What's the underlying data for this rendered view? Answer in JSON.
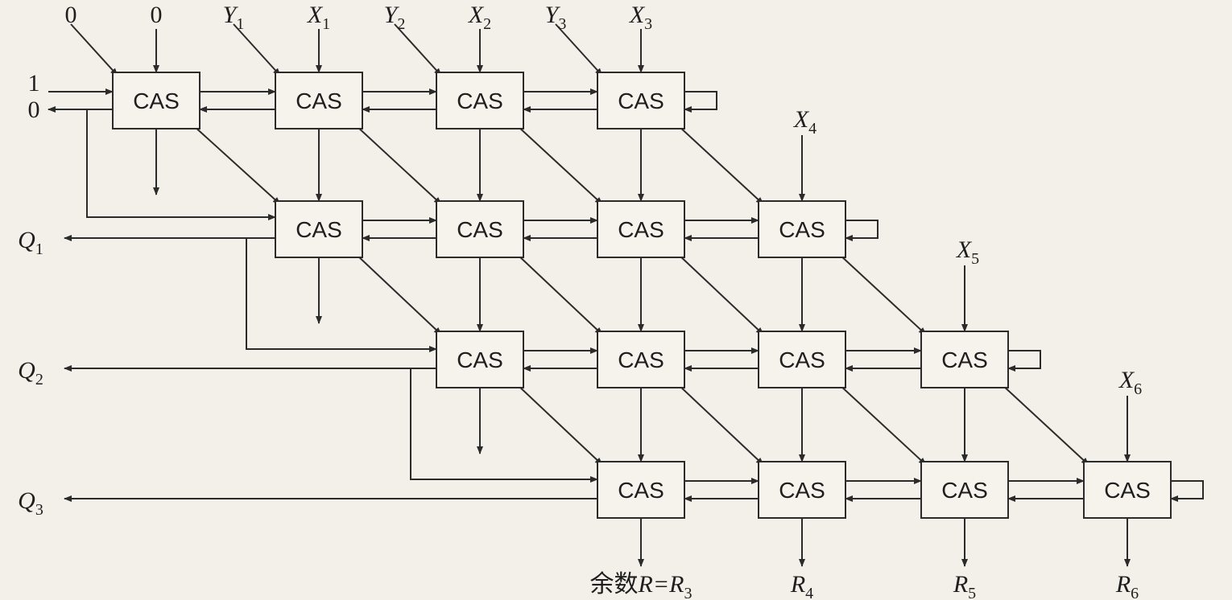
{
  "cell_label": "CAS",
  "rows": [
    {
      "quotient": {
        "main": "Q",
        "sub": "1"
      }
    },
    {
      "quotient": {
        "main": "Q",
        "sub": "2"
      }
    },
    {
      "quotient": {
        "main": "Q",
        "sub": "3"
      }
    }
  ],
  "top_inputs": [
    {
      "main": "0",
      "sub": ""
    },
    {
      "main": "0",
      "sub": ""
    },
    {
      "main": "Y",
      "sub": "1"
    },
    {
      "main": "X",
      "sub": "1"
    },
    {
      "main": "Y",
      "sub": "2"
    },
    {
      "main": "X",
      "sub": "2"
    },
    {
      "main": "Y",
      "sub": "3"
    },
    {
      "main": "X",
      "sub": "3"
    }
  ],
  "side_inputs": [
    {
      "main": "X",
      "sub": "4"
    },
    {
      "main": "X",
      "sub": "5"
    },
    {
      "main": "X",
      "sub": "6"
    }
  ],
  "left_control": {
    "in": "1",
    "out": "0"
  },
  "outputs": [
    {
      "prefix": "余数",
      "main": "R=R",
      "sub": "3"
    },
    {
      "prefix": "",
      "main": "R",
      "sub": "4"
    },
    {
      "prefix": "",
      "main": "R",
      "sub": "5"
    },
    {
      "prefix": "",
      "main": "R",
      "sub": "6"
    }
  ],
  "colors": {
    "ink": "#2b2b2b",
    "paper": "#f3f0ea"
  }
}
